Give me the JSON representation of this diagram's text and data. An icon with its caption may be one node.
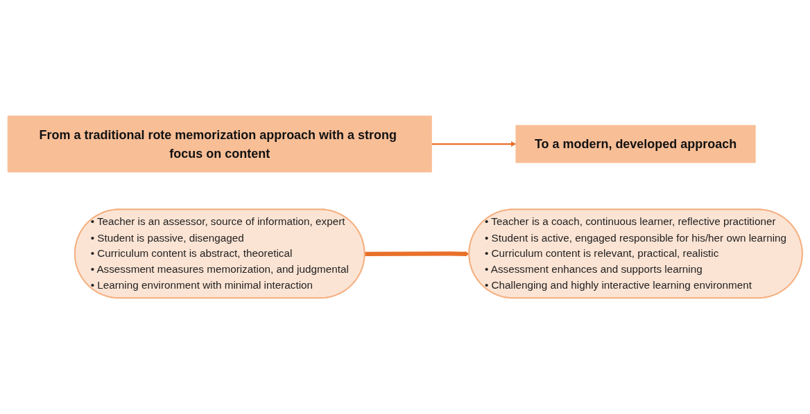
{
  "diagram": {
    "nodes": [
      {
        "text": [
          "From a traditional rote memorization approach with a strong focus on content"
        ]
      },
      {
        "text": [
          "To a modern, developed approach"
        ]
      },
      {
        "text": [
          "• Teacher is an assessor, source of information, expert",
          "• Student is passive, disengaged",
          "• Curriculum content is abstract, theoretical",
          "• Assessment measures memorization, and judgmental",
          "• Learning environment with minimal interaction"
        ]
      },
      {
        "text": [
          "• Teacher is a coach, continuous learner, reflective practitioner",
          "• Student is active, engaged responsible for his/her own learning",
          "• Curriculum content is relevant, practical, realistic",
          "• Assessment enhances and supports learning",
          "• Challenging and highly interactive learning environment"
        ]
      }
    ],
    "edges": [
      {
        "from": 0,
        "to": 1,
        "arrow": "to"
      },
      {
        "from": 2,
        "to": 3,
        "arrow": "to",
        "style": "thick"
      }
    ]
  }
}
